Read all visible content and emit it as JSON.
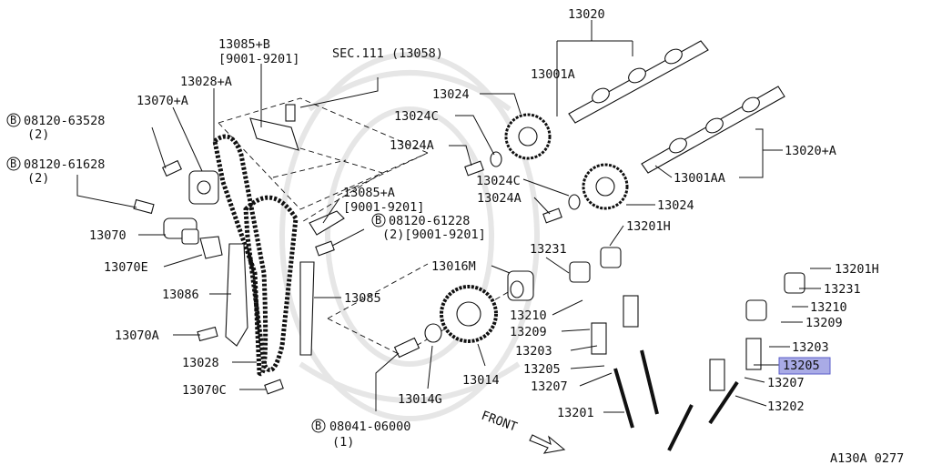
{
  "labels": {
    "p13020": "13020",
    "p13001A": "13001A",
    "p13024_upper": "13024",
    "p13024C_upper": "13024C",
    "p13024A_upper": "13024A",
    "p13020A": "13020+A",
    "p13001AA": "13001AA",
    "p13024C_lower": "13024C",
    "p13024A_lower": "13024A",
    "p13024_lower": "13024",
    "p13201H_left": "13201H",
    "p13231_left": "13231",
    "p13016M": "13016M",
    "p13210_left": "13210",
    "p13209_left": "13209",
    "p13203_left": "13203",
    "p13205_left": "13205",
    "p13207_left": "13207",
    "p13201_left": "13201",
    "p13014": "13014",
    "p13014G": "13014G",
    "p13201H_right": "13201H",
    "p13231_right": "13231",
    "p13210_right": "13210",
    "p13209_right": "13209",
    "p13203_right": "13203",
    "p13205_right": "13205",
    "p13207_right": "13207",
    "p13202": "13202",
    "p13085B": "13085+B",
    "p13085B_range": "[9001-9201]",
    "sec111": "SEC.111 (13058)",
    "p13028A": "13028+A",
    "p13070A_top": "13070+A",
    "b_symbol": "B",
    "b08120_63528": "08120-63528",
    "b08120_63528_qty": "(2)",
    "b08120_61628": "08120-61628",
    "b08120_61628_qty": "(2)",
    "p13085A": "13085+A",
    "p13085A_range": "[9001-9201]",
    "b08120_61228": "08120-61228",
    "b08120_61228_qty": "(2)[9001-9201]",
    "p13070": "13070",
    "p13070E": "13070E",
    "p13086": "13086",
    "p13085": "13085",
    "p13070A_bottom": "13070A",
    "p13028": "13028",
    "p13070C": "13070C",
    "b08041_06000": "08041-06000",
    "b08041_06000_qty": "(1)",
    "front": "FRONT",
    "diagram_code": "A130A 0277"
  },
  "colors": {
    "highlight_fill": "#a9abe6",
    "highlight_border": "#5a5ec8",
    "line": "#111111",
    "background": "#ffffff"
  }
}
